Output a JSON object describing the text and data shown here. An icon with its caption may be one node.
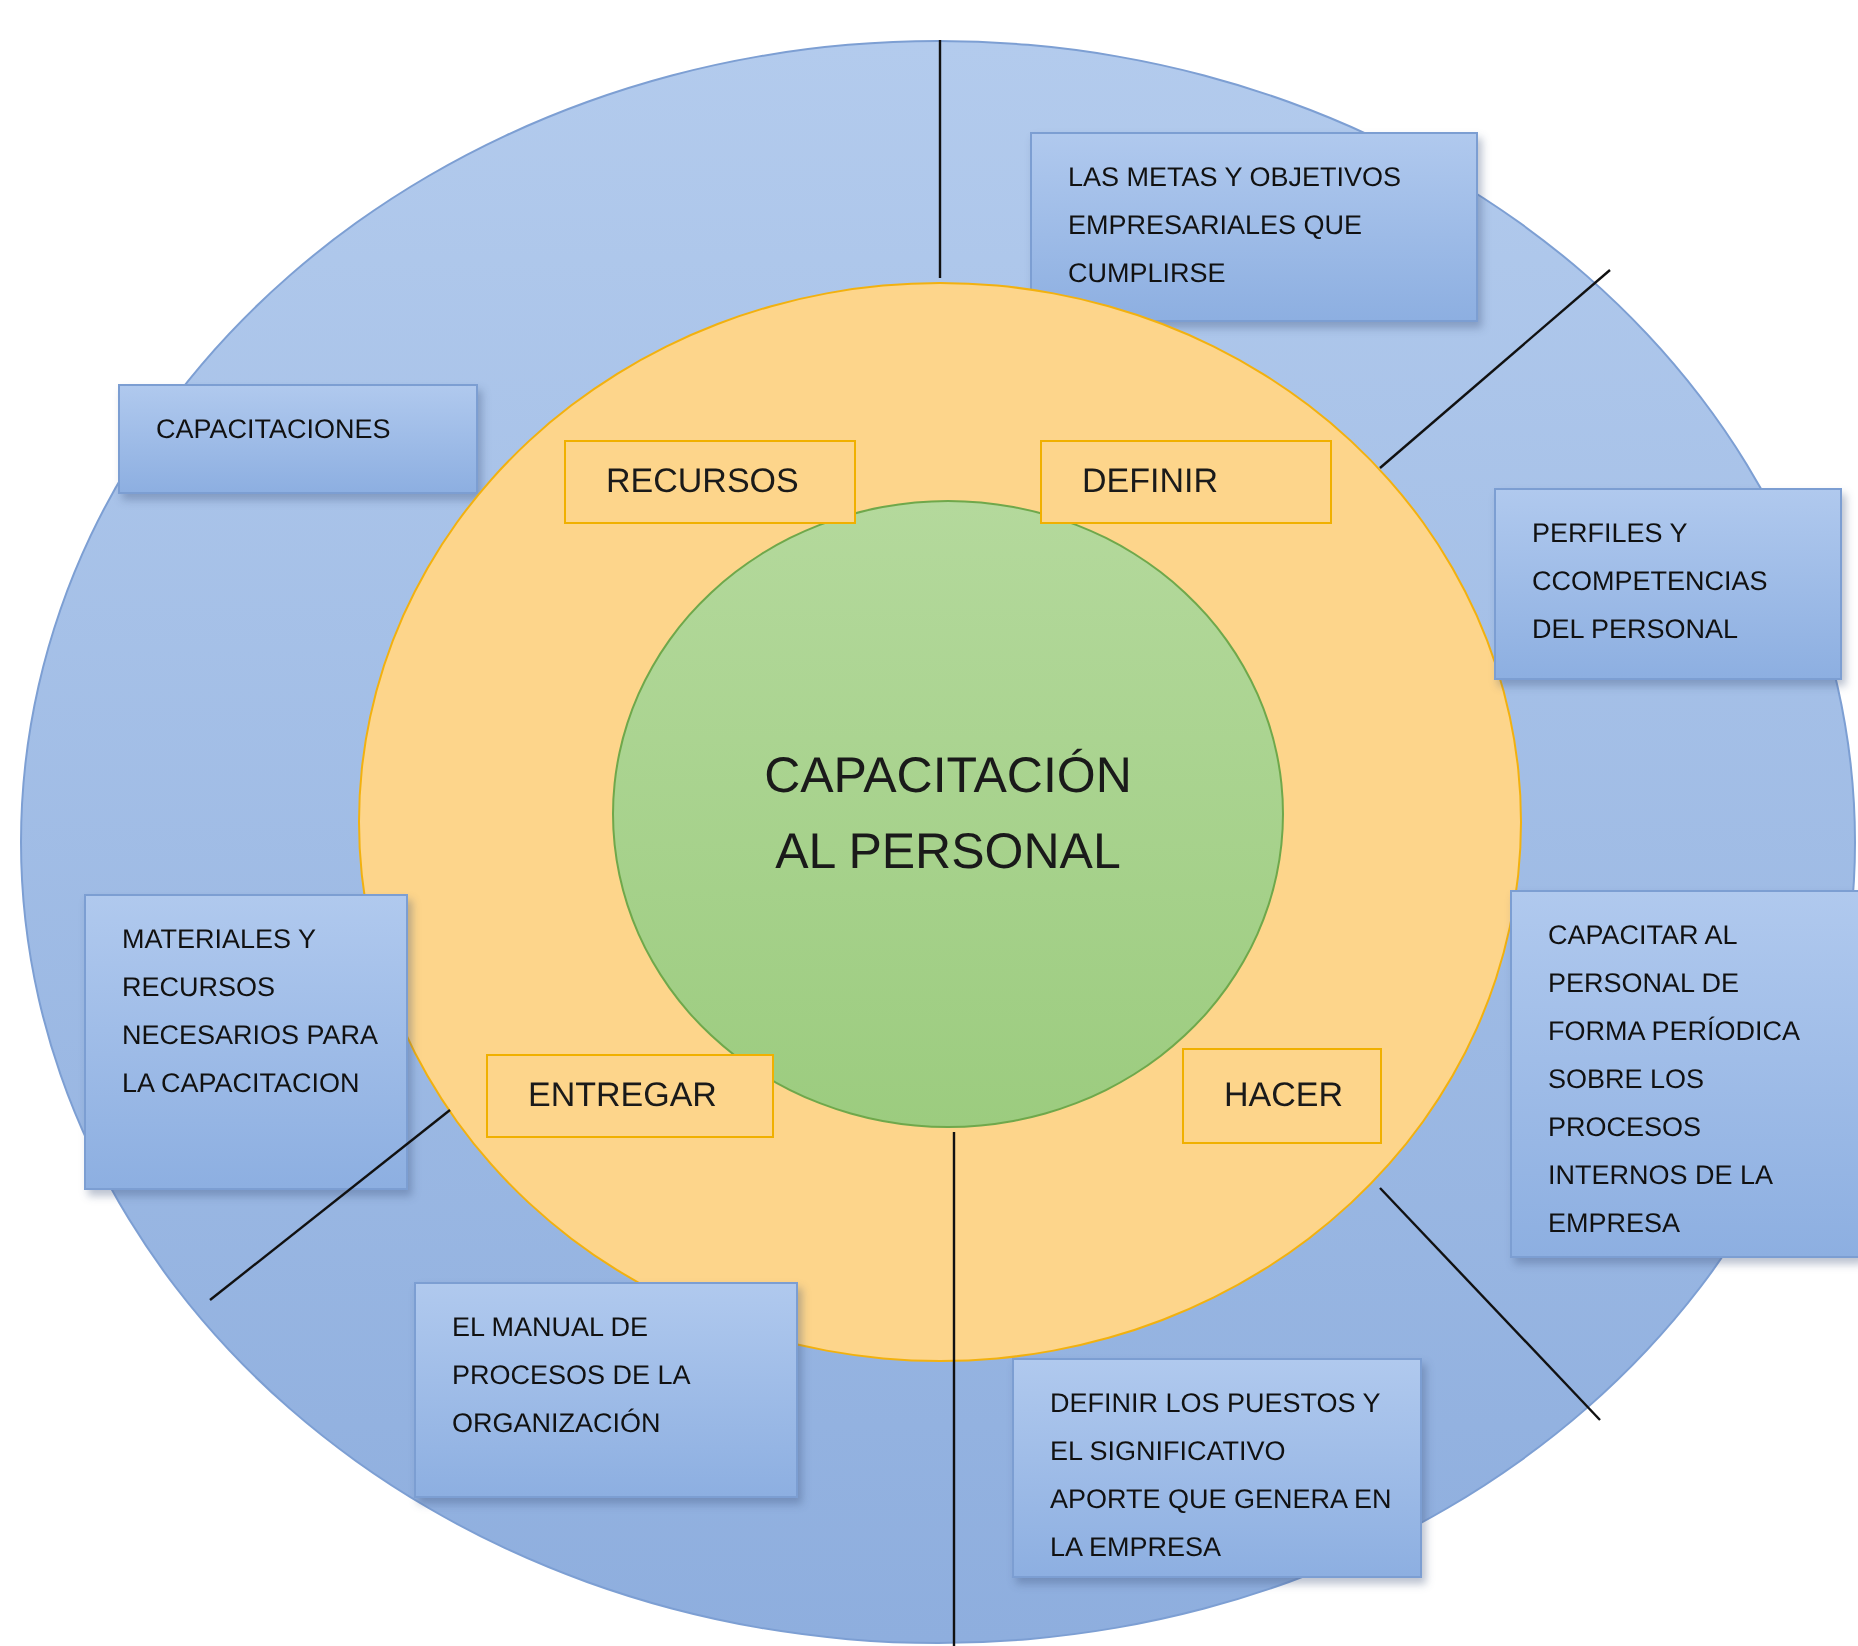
{
  "diagram": {
    "nodes": [
      {
        "text": [],
        "shape": "circle"
      },
      {
        "text": [
          "LAS METAS Y OBJETIVOS EMPRESARIALES QUE CUMPLIRSE"
        ],
        "in": 0
      },
      {
        "text": [
          "CAPACITACIONES"
        ],
        "in": 0
      },
      {
        "text": [],
        "shape": "circle",
        "in": 0
      },
      {
        "text": [
          "RECURSOS"
        ],
        "in": 3
      },
      {
        "text": [
          "DEFINIR"
        ],
        "in": 3
      },
      {
        "text": [
          "PERFILES Y CCOMPETENCIAS DEL PERSONAL"
        ],
        "in": 0
      },
      {
        "text": [
          "CAPACITACIÓN AL PERSONAL"
        ],
        "in": 3
      },
      {
        "text": [
          "MATERIALES Y RECURSOS NECESARIOS PARA LA CAPACITACION"
        ],
        "in": 0
      },
      {
        "text": [
          "CAPACITAR AL PERSONAL DE FORMA PERÍODICA SOBRE LOS PROCESOS INTERNOS DE LA EMPRESA"
        ],
        "in": 0
      },
      {
        "text": [
          "ENTREGAR"
        ],
        "in": 3
      },
      {
        "text": [
          "HACER"
        ],
        "in": 3
      },
      {
        "text": [
          "EL MANUAL DE PROCESOS DE LA ORGANIZACIÓN"
        ],
        "in": 0
      },
      {
        "text": [
          "DEFINIR LOS PUESTOS Y EL SIGNIFICATIVO APORTE QUE GENERA EN LA EMPRESA"
        ],
        "in": 0
      }
    ]
  }
}
